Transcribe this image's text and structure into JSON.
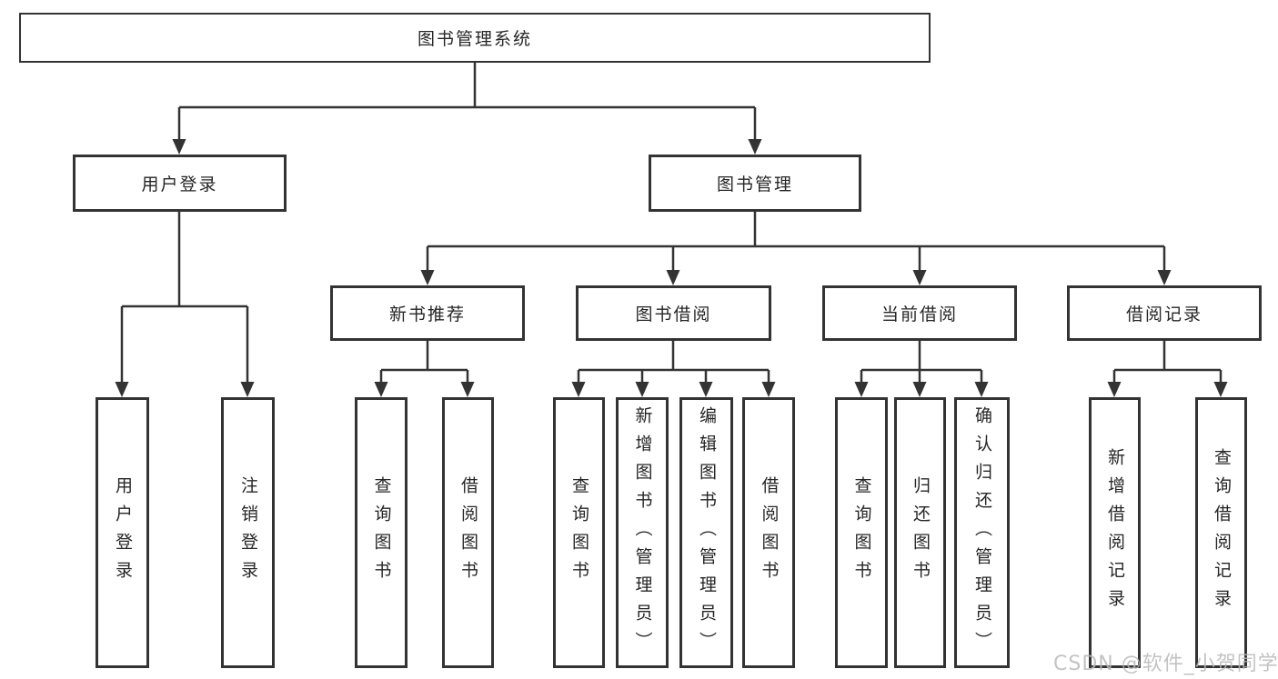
{
  "diagram": {
    "root": "图书管理系统",
    "l2": [
      "用户登录",
      "图书管理"
    ],
    "l3": [
      "新书推荐",
      "图书借阅",
      "当前借阅",
      "借阅记录"
    ],
    "leaves": {
      "login": [
        "用户登录",
        "注销登录"
      ],
      "newrec": [
        "查询图书",
        "借阅图书"
      ],
      "borrow": [
        "查询图书",
        "新增图书（管理员）",
        "编辑图书（管理员）",
        "借阅图书"
      ],
      "current": [
        "查询图书",
        "归还图书",
        "确认归还（管理员）"
      ],
      "records": [
        "新增借阅记录",
        "查询借阅记录"
      ]
    }
  },
  "watermark": "CSDN @软件_小贺同学",
  "colors": {
    "line": "#333333",
    "box_border": "#333333",
    "text": "#262626",
    "watermark": "#b9b9b9",
    "background": "#ffffff"
  }
}
